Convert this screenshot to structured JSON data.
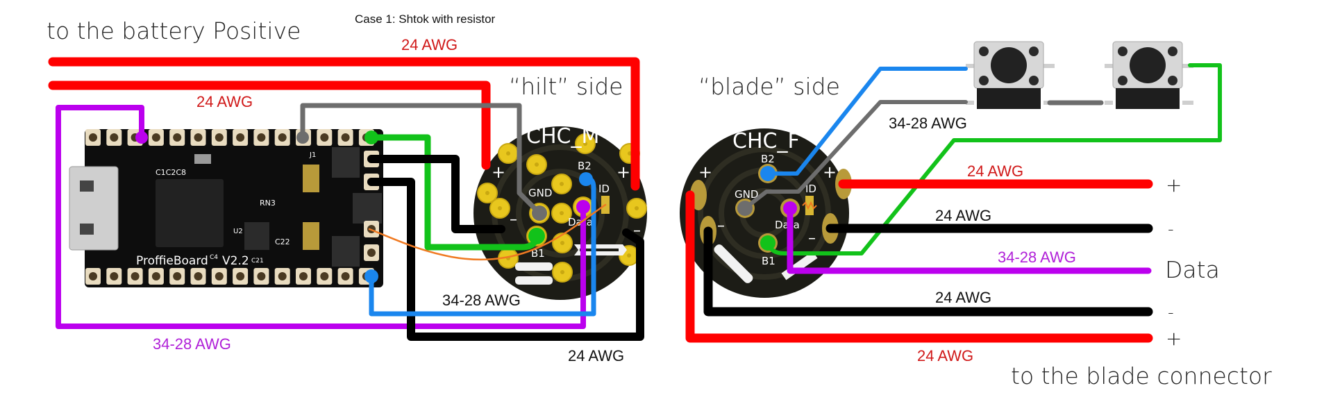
{
  "title": "Case 1: Shtok with resistor",
  "labels": {
    "battery_positive": "to the battery Positive",
    "blade_connector": "to the blade connector",
    "hilt_side": "“hilt” side",
    "blade_side": "“blade” side"
  },
  "colors": {
    "red": "#ff0000",
    "black": "#000000",
    "purple": "#bb00ee",
    "blue": "#1a86ee",
    "gray": "#6d6d6d",
    "green": "#12c21a",
    "orange": "#f07a22",
    "pad_gold": "#e8c71e",
    "pcb_dark": "#1c1c16",
    "awg_red": "#d01818",
    "awg_purple": "#b020d8"
  },
  "wire_labels": {
    "top_red": "24 AWG",
    "second_red": "24 AWG",
    "purple_bottom": "34-28 AWG",
    "blue_bottom": "34-28 AWG",
    "black_bottom": "24 AWG",
    "buttons_gauge": "34-28 AWG",
    "blade_plus_top": "24 AWG",
    "blade_minus_top": "24 AWG",
    "blade_data": "34-28 AWG",
    "blade_minus_bottom": "24 AWG",
    "blade_plus_bottom": "24 AWG"
  },
  "terminals": {
    "plus_top": "+",
    "minus_top": "-",
    "data": "Data",
    "minus_bottom": "-",
    "plus_bottom": "+"
  },
  "board": {
    "name": "ProffieBoard",
    "version": "V2.2",
    "chip_marks": "C1C2C8",
    "rn3": "RN3",
    "c22": "C22",
    "c21": "C21",
    "c4": "C4",
    "j1": "J1",
    "u2": "U2"
  },
  "connector_m": {
    "name": "CHC_M",
    "pins": {
      "b2": "B2",
      "id": "ID",
      "gnd": "GND",
      "data": "Data",
      "b1": "B1",
      "plus": "+",
      "minus": "–"
    }
  },
  "connector_f": {
    "name": "CHC_F",
    "pins": {
      "b2": "B2",
      "id": "ID",
      "gnd": "GND",
      "data": "Data",
      "b1": "B1",
      "plus": "+",
      "minus": "–"
    }
  },
  "buttons": [
    {
      "name": "button-1"
    },
    {
      "name": "button-2"
    }
  ]
}
